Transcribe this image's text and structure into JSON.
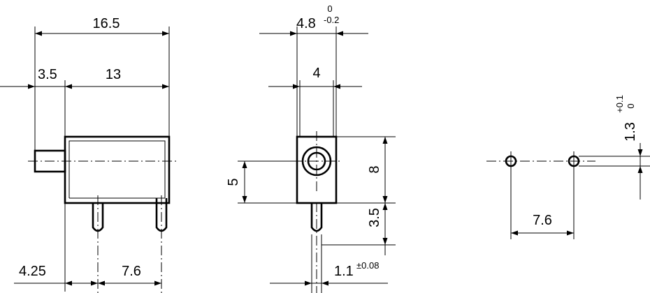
{
  "dimensions": {
    "overall_length": "16.5",
    "pin_offset": "3.5",
    "body_length": "13",
    "pin_edge_offset": "4.25",
    "pin_pitch_side": "7.6",
    "width": "4.8",
    "width_tol_upper": "0",
    "width_tol_lower": "-0.2",
    "inner_width": "4",
    "height": "8",
    "center_height": "5",
    "pin_length": "3.5",
    "pin_diameter": "1.1",
    "pin_diameter_tol": "±0.08",
    "hole_pitch": "7.6",
    "hole_diameter": "1.3",
    "hole_tol_upper": "+0.1",
    "hole_tol_lower": "0"
  }
}
